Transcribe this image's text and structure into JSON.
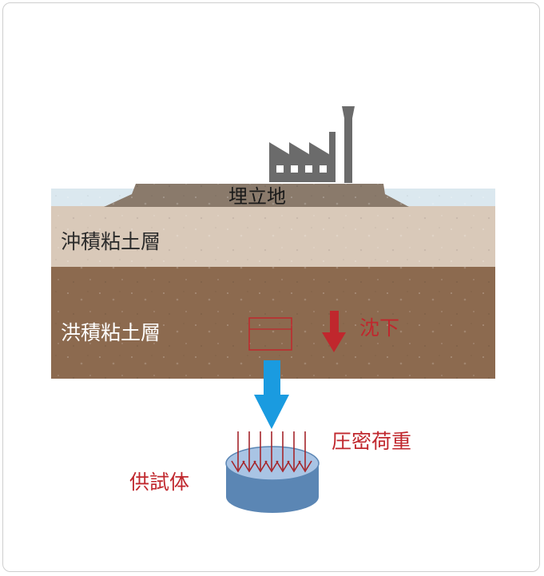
{
  "labels": {
    "landfill": "埋立地",
    "alluvial_clay": "沖積粘土層",
    "diluvial_clay": "洪積粘土層",
    "settlement": "沈下",
    "consolidation_load": "圧密荷重",
    "specimen": "供試体"
  },
  "colors": {
    "water": "#dbe8ef",
    "landfill": "#8a7a6b",
    "alluvial_clay": "#d9c9b9",
    "diluvial_clay": "#8c6a4f",
    "factory": "#6b6b6b",
    "red_accent": "#c0272d",
    "blue_arrow": "#1a9be0",
    "specimen_side": "#5b86b4",
    "specimen_top": "#a9c4e4"
  },
  "icons": {
    "factory": "factory-icon",
    "settlement_arrow": "arrow-down-icon",
    "sampling_arrow": "arrow-down-icon",
    "specimen": "cylinder-icon"
  }
}
